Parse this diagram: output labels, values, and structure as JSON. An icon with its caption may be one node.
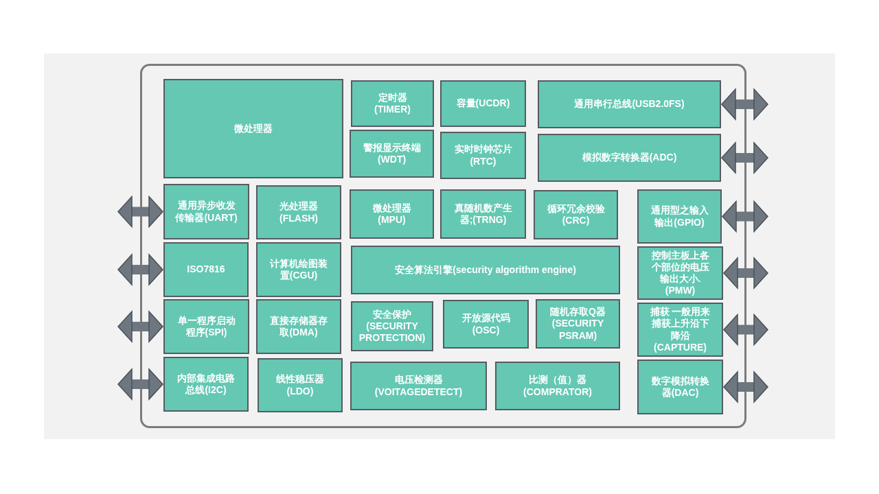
{
  "diagram": {
    "nodes": [
      {
        "text": [],
        "shape": "box"
      },
      {
        "text": [
          "微处理器"
        ],
        "in": 0
      },
      {
        "text": [
          "定时器(TIMER)"
        ],
        "in": 0
      },
      {
        "text": [
          "容量(UCDR)"
        ],
        "in": 0
      },
      {
        "text": [
          "通用串行总线(USB2.0FS)"
        ],
        "in": 0
      },
      {
        "text": [
          "警报显示终端(WDT)"
        ],
        "in": 0
      },
      {
        "text": [
          "实时时钟芯片(RTC)"
        ],
        "in": 0
      },
      {
        "text": [
          "模拟数字转换器(ADC)"
        ],
        "in": 0
      },
      {
        "text": [
          "通用异步收发传输器(UART)"
        ],
        "in": 0
      },
      {
        "text": [
          "光处理器(FLASH)"
        ],
        "in": 0
      },
      {
        "text": [
          "微处理器(MPU)"
        ],
        "in": 0
      },
      {
        "text": [
          "真随机数产生器;(TRNG)"
        ],
        "in": 0
      },
      {
        "text": [
          "循环冗余校验(CRC)"
        ],
        "in": 0
      },
      {
        "text": [
          "通用型之输入输出(GPIO)"
        ],
        "in": 0
      },
      {
        "text": [
          "ISO7816"
        ],
        "in": 0
      },
      {
        "text": [
          "计算机绘图装置(CGU)"
        ],
        "in": 0
      },
      {
        "text": [
          "安全算法引擎(security algorithm engine)"
        ],
        "in": 0
      },
      {
        "text": [
          "控制主板上各个部位的电压输出大小.(PMW)"
        ],
        "in": 0
      },
      {
        "text": [
          "单一程序启动程序(SPI)"
        ],
        "in": 0
      },
      {
        "text": [
          "直接存储器存取(DMA)"
        ],
        "in": 0
      },
      {
        "text": [
          "安全保护(SECURITY PROTECTION)"
        ],
        "in": 0
      },
      {
        "text": [
          "开放源代码(OSC)"
        ],
        "in": 0
      },
      {
        "text": [
          "随机存取Q器(SECURITY PSRAM)"
        ],
        "in": 0
      },
      {
        "text": [
          "捕获 一般用来捕获上升沿下降沿(CAPTURE)"
        ],
        "in": 0
      },
      {
        "text": [
          "内部集成电路总线(I2C)"
        ],
        "in": 0
      },
      {
        "text": [
          "线性稳压器(LDO)"
        ],
        "in": 0
      },
      {
        "text": [
          "电压检测器(VOITAGEDETECT)"
        ],
        "in": 0
      },
      {
        "text": [
          "比测（值）器(COMPRATOR)"
        ],
        "in": 0
      },
      {
        "text": [
          "数字模拟转换器(DAC)"
        ],
        "in": 0
      }
    ],
    "edges": [
      {
        "from": 4,
        "to": null,
        "arrow": "both"
      },
      {
        "from": 7,
        "to": null,
        "arrow": "both"
      },
      {
        "from": 8,
        "to": null,
        "arrow": "both"
      },
      {
        "from": 13,
        "to": null,
        "arrow": "both"
      },
      {
        "from": 14,
        "to": null,
        "arrow": "both"
      },
      {
        "from": 17,
        "to": null,
        "arrow": "both"
      },
      {
        "from": 18,
        "to": null,
        "arrow": "both"
      },
      {
        "from": 23,
        "to": null,
        "arrow": "both"
      },
      {
        "from": 24,
        "to": null,
        "arrow": "both"
      },
      {
        "from": 28,
        "to": null,
        "arrow": "both"
      }
    ]
  }
}
